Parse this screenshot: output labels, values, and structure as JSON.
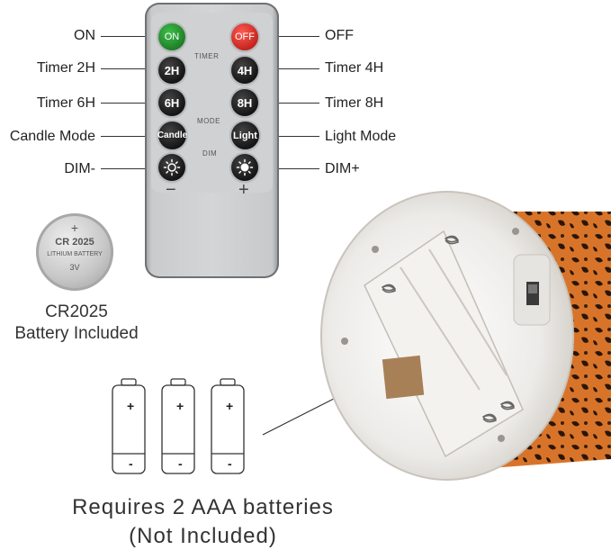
{
  "remote": {
    "buttons": {
      "on": "ON",
      "off": "OFF",
      "timer_2h": "2H",
      "timer_4h": "4H",
      "timer_6h": "6H",
      "timer_8h": "8H",
      "candle": "Candle",
      "light": "Light"
    },
    "sections": {
      "timer": "TIMER",
      "mode": "MODE",
      "dim": "DIM"
    },
    "minus": "−",
    "plus": "+"
  },
  "callouts": {
    "on": "ON",
    "off": "OFF",
    "timer_2h": "Timer 2H",
    "timer_4h": "Timer 4H",
    "timer_6h": "Timer 6H",
    "timer_8h": "Timer 8H",
    "candle_mode": "Candle Mode",
    "light_mode": "Light Mode",
    "dim_minus": "DIM-",
    "dim_plus": "DIM+"
  },
  "coin_battery": {
    "plus": "+",
    "model": "CR 2025",
    "type": "LITHIUM BATTERY",
    "voltage": "3V",
    "caption_line1": "CR2025",
    "caption_line2": "Battery Included"
  },
  "aaa_batteries": {
    "plus_sign": "+",
    "minus_sign": "-",
    "caption_line1": "Requires 2 AAA batteries",
    "caption_line2": "(Not Included)"
  },
  "colors": {
    "on_button": "#2a9a34",
    "off_button": "#e0332b",
    "remote_body": "#d3d5d7",
    "pattern_orange": "#e2741e"
  }
}
